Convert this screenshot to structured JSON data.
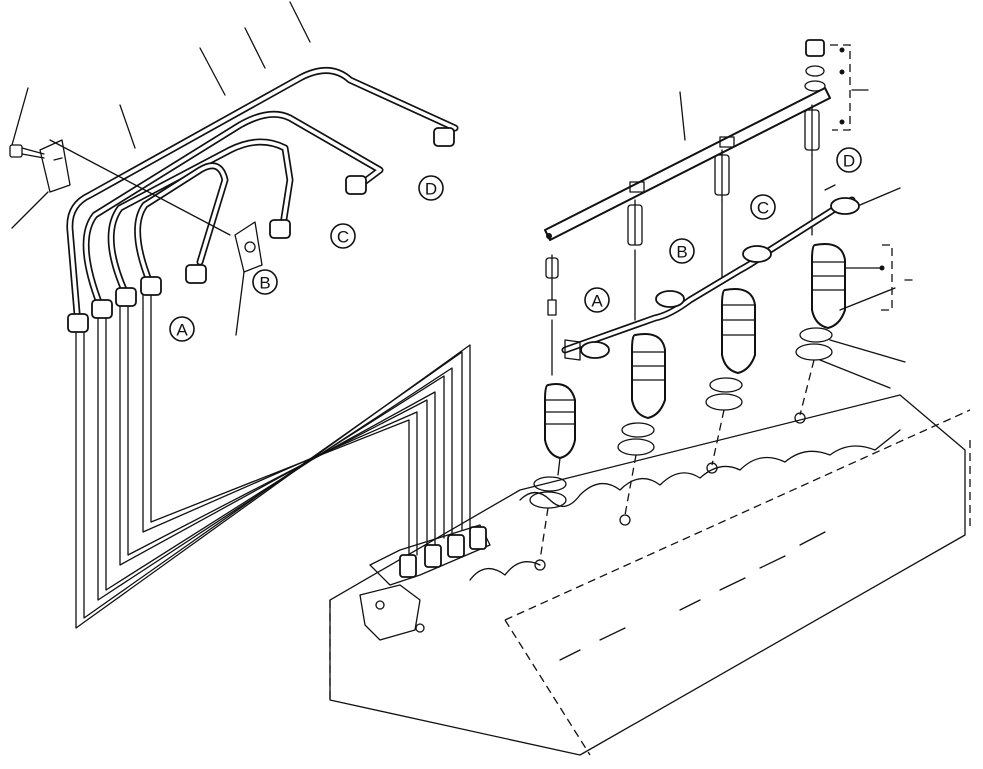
{
  "diagram": {
    "callouts": [
      "A",
      "B",
      "C",
      "D"
    ],
    "pipe_callouts": {
      "a": "A",
      "b": "B",
      "c": "C",
      "d": "D"
    },
    "injector_callouts": {
      "a": "A",
      "b": "B",
      "c": "C",
      "d": "D"
    }
  }
}
